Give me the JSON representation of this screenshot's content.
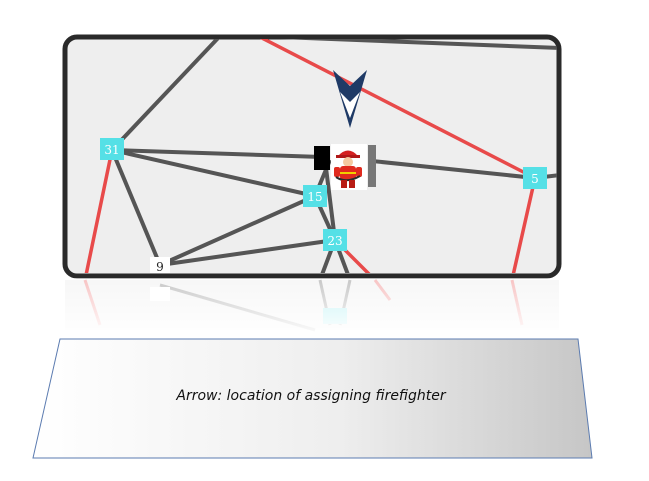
{
  "nodes": {
    "n1": {
      "label": "31"
    },
    "n2": {
      "label": "15"
    },
    "n3": {
      "label": "23"
    },
    "n4": {
      "label": "5"
    },
    "n5": {
      "label": "9"
    }
  },
  "caption": {
    "text": "Arrow: location of assigning firefighter"
  },
  "colors": {
    "panel_bg": "#eeeeee",
    "frame": "#2a2a2a",
    "edge_gray": "#555555",
    "edge_red": "#e84a4a",
    "node_cyan": "#55e0e6",
    "arrow_navy": "#1f3a66"
  },
  "icons": {
    "marker": "arrow-down-chevron-icon",
    "agent": "firefighter-icon"
  }
}
